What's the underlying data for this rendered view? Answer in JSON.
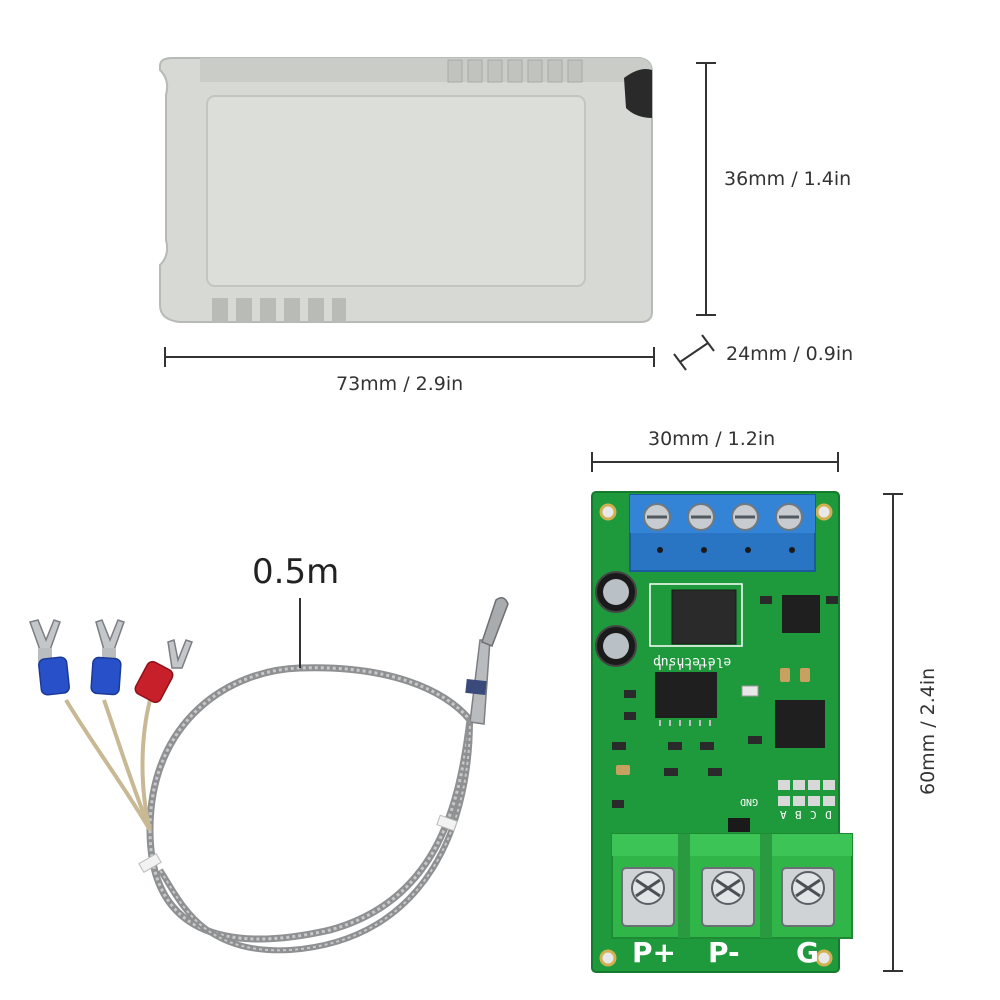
{
  "dimensions": {
    "enclosure_height": "36mm / 1.4in",
    "enclosure_depth": "24mm / 0.9in",
    "enclosure_width": "73mm / 2.9in",
    "board_width": "30mm / 1.2in",
    "board_height": "60mm / 2.4in"
  },
  "probe": {
    "cable_length": "0.5m"
  },
  "board": {
    "brand_text": "eletechsup",
    "terminals": [
      "P+",
      "P-",
      "G"
    ],
    "pin_labels": [
      "A",
      "B",
      "C",
      "D"
    ],
    "gnd_label": "GND"
  },
  "colors": {
    "enclosure": "#d5d8d3",
    "pcb": "#1e9a3c",
    "terminal_blue": "#2a74c4",
    "terminal_green": "#2fb548",
    "wire_blue": "#2850c8",
    "wire_red": "#c8202a"
  }
}
